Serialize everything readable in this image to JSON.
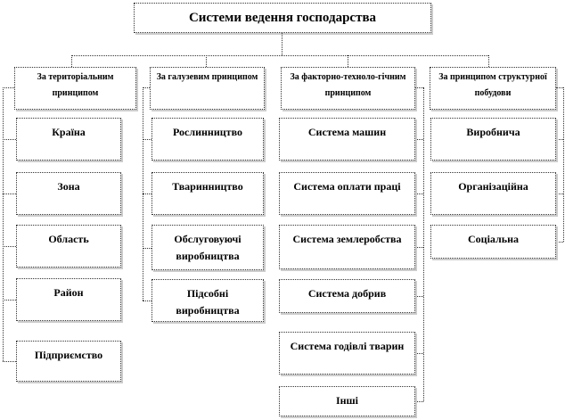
{
  "title": "Системи ведення господарства",
  "columns": [
    {
      "label": "За територіальним принципом",
      "items": [
        "Країна",
        "Зона",
        "Область",
        "Район",
        "Підприємство"
      ]
    },
    {
      "label": "За галузевим принципом",
      "items": [
        "Рослинництво",
        "Тваринництво",
        "Обслуговуючі виробництва",
        "Підсобні виробництва"
      ]
    },
    {
      "label": "За факторно-техноло-гічним принципом",
      "items": [
        "Система машин",
        "Система оплати праці",
        "Система землеробства",
        "Система добрив",
        "Система годівлі тварин",
        "Інші"
      ]
    },
    {
      "label": "За принципом структурної побудови",
      "items": [
        "Виробнича",
        "Організаційна",
        "Соціальна"
      ]
    }
  ]
}
